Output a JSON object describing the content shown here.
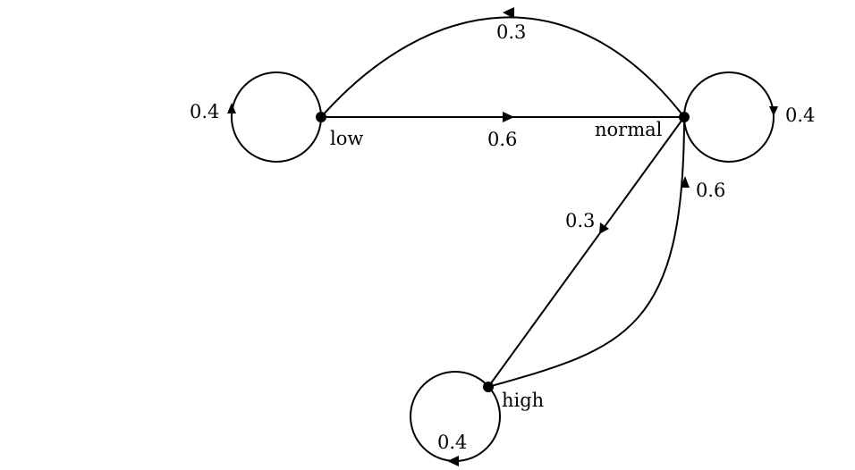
{
  "states": {
    "low": "low",
    "normal": "normal",
    "high": "high"
  },
  "transitions": {
    "low_self": "0.4",
    "low_to_normal": "0.6",
    "normal_to_low": "0.3",
    "normal_self": "0.4",
    "normal_to_high": "0.3",
    "high_to_normal": "0.6",
    "high_self": "0.4"
  }
}
